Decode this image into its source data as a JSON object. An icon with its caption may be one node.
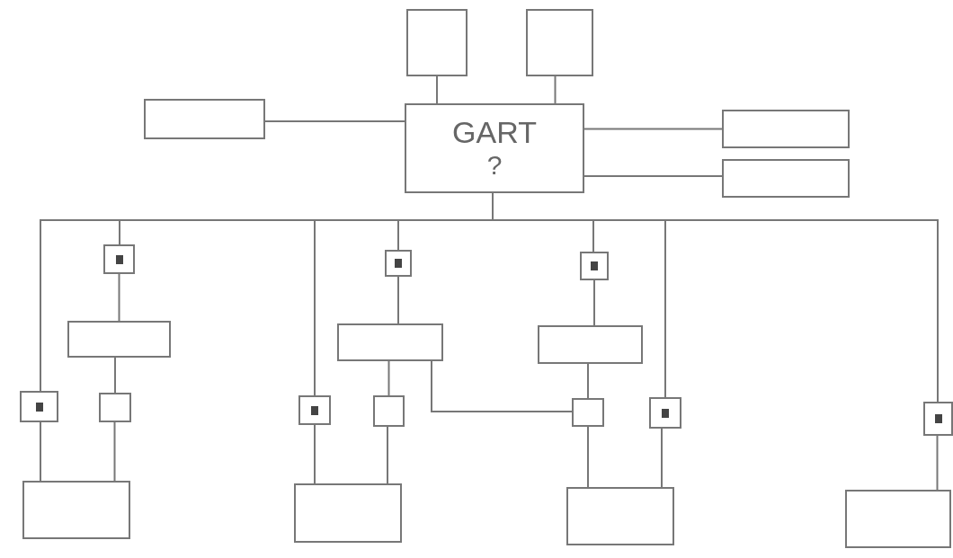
{
  "diagram": {
    "nodes": [
      {
        "text": [
          "GART",
          "?"
        ]
      },
      {
        "text": [],
        "shape": "box"
      },
      {
        "text": [],
        "shape": "box"
      },
      {
        "text": [],
        "shape": "box"
      },
      {
        "text": [],
        "shape": "box"
      },
      {
        "text": [],
        "shape": "box"
      },
      {
        "text": [],
        "shape": "box"
      },
      {
        "text": [],
        "shape": "box"
      },
      {
        "text": [],
        "shape": "box"
      },
      {
        "text": [],
        "shape": "box"
      },
      {
        "text": [],
        "shape": "box"
      },
      {
        "text": [],
        "shape": "box"
      },
      {
        "text": [],
        "shape": "box"
      },
      {
        "text": [],
        "shape": "box"
      },
      {
        "text": [],
        "shape": "box"
      },
      {
        "text": [],
        "shape": "box"
      },
      {
        "text": [],
        "shape": "box"
      },
      {
        "text": [],
        "shape": "box"
      },
      {
        "text": [],
        "shape": "box"
      },
      {
        "text": [],
        "shape": "box"
      },
      {
        "text": [],
        "shape": "box"
      },
      {
        "text": [],
        "shape": "box"
      },
      {
        "text": [],
        "shape": "box"
      }
    ],
    "edges": [
      {
        "from": 1,
        "to": 0,
        "arrow": "none"
      },
      {
        "from": 2,
        "to": 0,
        "arrow": "none"
      },
      {
        "from": 3,
        "to": 0,
        "arrow": "none"
      },
      {
        "from": 0,
        "to": 4,
        "arrow": "none"
      },
      {
        "from": 0,
        "to": 5,
        "arrow": "none"
      },
      {
        "from": 0,
        "to": 12,
        "arrow": "none"
      },
      {
        "from": 0,
        "to": 6,
        "arrow": "none"
      },
      {
        "from": 0,
        "to": 14,
        "arrow": "none"
      },
      {
        "from": 0,
        "to": 7,
        "arrow": "none"
      },
      {
        "from": 0,
        "to": 8,
        "arrow": "none"
      },
      {
        "from": 0,
        "to": 17,
        "arrow": "none"
      },
      {
        "from": 0,
        "to": 18,
        "arrow": "none"
      },
      {
        "from": 6,
        "to": 9,
        "arrow": "none"
      },
      {
        "from": 7,
        "to": 10,
        "arrow": "none"
      },
      {
        "from": 8,
        "to": 11,
        "arrow": "none"
      },
      {
        "from": 9,
        "to": 13,
        "arrow": "none"
      },
      {
        "from": 10,
        "to": 15,
        "arrow": "none"
      },
      {
        "from": 10,
        "to": 16,
        "arrow": "none"
      },
      {
        "from": 11,
        "to": 16,
        "arrow": "none"
      },
      {
        "from": 12,
        "to": 19,
        "arrow": "none"
      },
      {
        "from": 13,
        "to": 19,
        "arrow": "none"
      },
      {
        "from": 14,
        "to": 20,
        "arrow": "none"
      },
      {
        "from": 15,
        "to": 20,
        "arrow": "none"
      },
      {
        "from": 16,
        "to": 21,
        "arrow": "none"
      },
      {
        "from": 17,
        "to": 21,
        "arrow": "none"
      },
      {
        "from": 18,
        "to": 22,
        "arrow": "none"
      }
    ]
  }
}
